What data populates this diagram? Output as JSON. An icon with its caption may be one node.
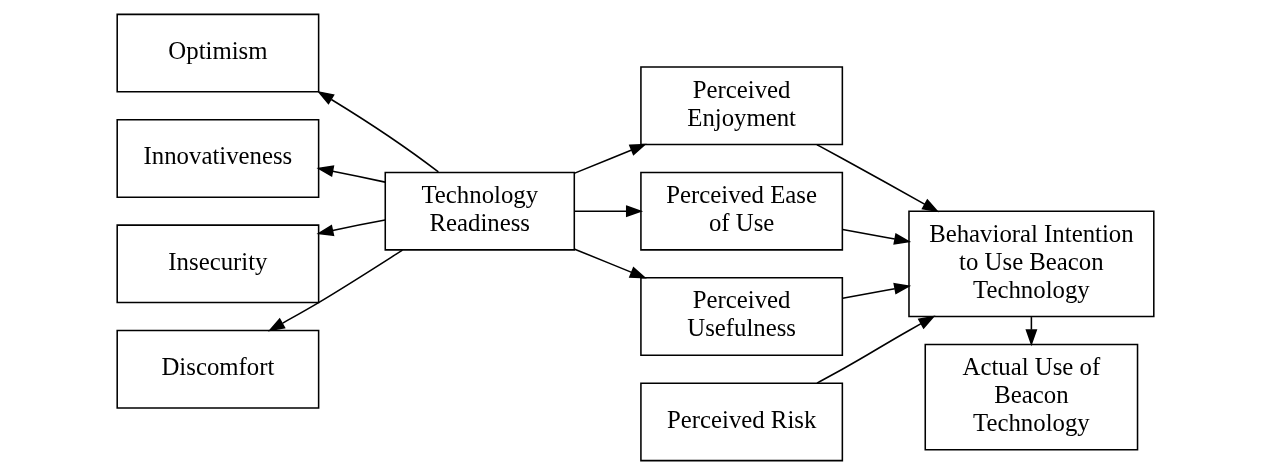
{
  "diagram": {
    "nodes": [
      {
        "text": [
          "Optimism"
        ]
      },
      {
        "text": [
          "Innovativeness"
        ]
      },
      {
        "text": [
          "Insecurity"
        ]
      },
      {
        "text": [
          "Discomfort"
        ]
      },
      {
        "text": [
          "Technology Readiness"
        ]
      },
      {
        "text": [
          "Perceived Enjoyment"
        ]
      },
      {
        "text": [
          "Perceived Ease of Use"
        ]
      },
      {
        "text": [
          "Perceived Usefulness"
        ]
      },
      {
        "text": [
          "Perceived Risk"
        ]
      },
      {
        "text": [
          "Behavioral Intention to Use Beacon Technology"
        ]
      },
      {
        "text": [
          "Actual Use of Beacon Technology"
        ]
      }
    ],
    "edges": [
      {
        "from": 4,
        "to": 0,
        "arrow": "to"
      },
      {
        "from": 4,
        "to": 1,
        "arrow": "to"
      },
      {
        "from": 4,
        "to": 2,
        "arrow": "to"
      },
      {
        "from": 4,
        "to": 3,
        "arrow": "to"
      },
      {
        "from": 4,
        "to": 5,
        "arrow": "to"
      },
      {
        "from": 4,
        "to": 6,
        "arrow": "to"
      },
      {
        "from": 4,
        "to": 7,
        "arrow": "to"
      },
      {
        "from": 5,
        "to": 9,
        "arrow": "to"
      },
      {
        "from": 6,
        "to": 9,
        "arrow": "to"
      },
      {
        "from": 7,
        "to": 9,
        "arrow": "to"
      },
      {
        "from": 8,
        "to": 9,
        "arrow": "to"
      },
      {
        "from": 9,
        "to": 10,
        "arrow": "to"
      }
    ]
  }
}
